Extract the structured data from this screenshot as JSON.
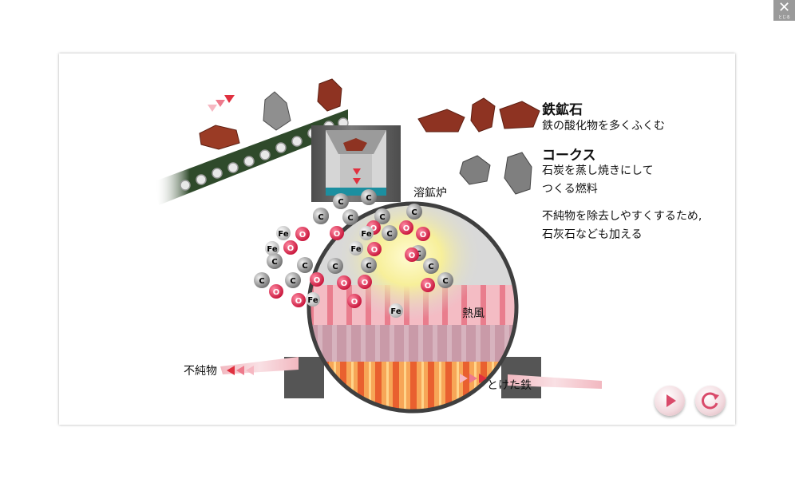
{
  "close": {
    "label": "とじる",
    "icon": "close-icon"
  },
  "legend": {
    "ore_title": "鉄鉱石",
    "ore_desc": "鉄の酸化物を多くふくむ",
    "coke_title": "コークス",
    "coke_desc_1": "石炭を蒸し焼きにして",
    "coke_desc_2": "つくる燃料",
    "note_1": "不純物を除去しやすくするため,",
    "note_2": "石灰石なども加える"
  },
  "diagram": {
    "furnace_label": "溶鉱炉",
    "hot_air_label": "熱風",
    "slag_label": "不純物",
    "molten_iron_label": "とけた鉄",
    "atom_carbon": "C",
    "atom_oxygen": "O",
    "atom_iron": "Fe"
  },
  "controls": {
    "play_icon": "play-icon",
    "replay_icon": "replay-icon"
  },
  "colors": {
    "oxygen": "#d6204a",
    "carbon": "#777777",
    "arrow": "#e0303f",
    "panel": "#f3d8de"
  }
}
